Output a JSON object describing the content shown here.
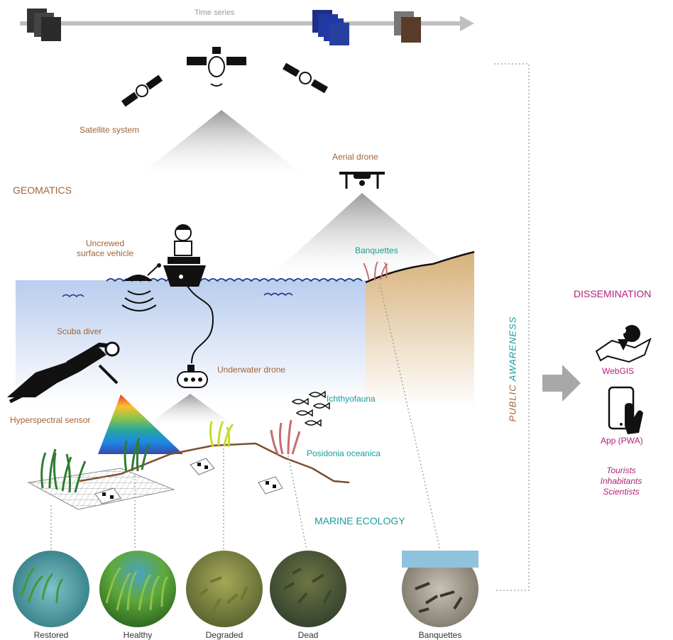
{
  "timeline": {
    "label": "Time series"
  },
  "platforms": {
    "satellite": "Satellite system",
    "drone": "Aerial drone",
    "usv": "Uncrewed\nsurface vehicle",
    "diver": "Scuba diver",
    "rov": "Underwater drone",
    "sensor": "Hyperspectral sensor"
  },
  "sections": {
    "geomatics": "GEOMATICS",
    "marine_ecology": "MARINE ECOLOGY",
    "public_awareness_1": "PUBLIC ",
    "public_awareness_2": "AWARENESS"
  },
  "habitat": {
    "banquettes_top": "Banquettes",
    "ichthyofauna": "Ichthyofauna",
    "posidonia": "Posidonia oceanica"
  },
  "photos": [
    {
      "label": "Restored"
    },
    {
      "label": "Healthy"
    },
    {
      "label": "Degraded"
    },
    {
      "label": "Dead"
    },
    {
      "label": "Banquettes"
    }
  ],
  "dissemination": {
    "title": "DISSEMINATION",
    "webgis": "WebGIS",
    "app": "App (PWA)",
    "audience": [
      "Tourists",
      "Inhabitants",
      "Scientists"
    ]
  },
  "colors": {
    "ochre": "#a0643a",
    "teal": "#1a9c9c",
    "magenta": "#b1227a",
    "sea": "#cfdcf2",
    "sand": "#d9b98a"
  }
}
